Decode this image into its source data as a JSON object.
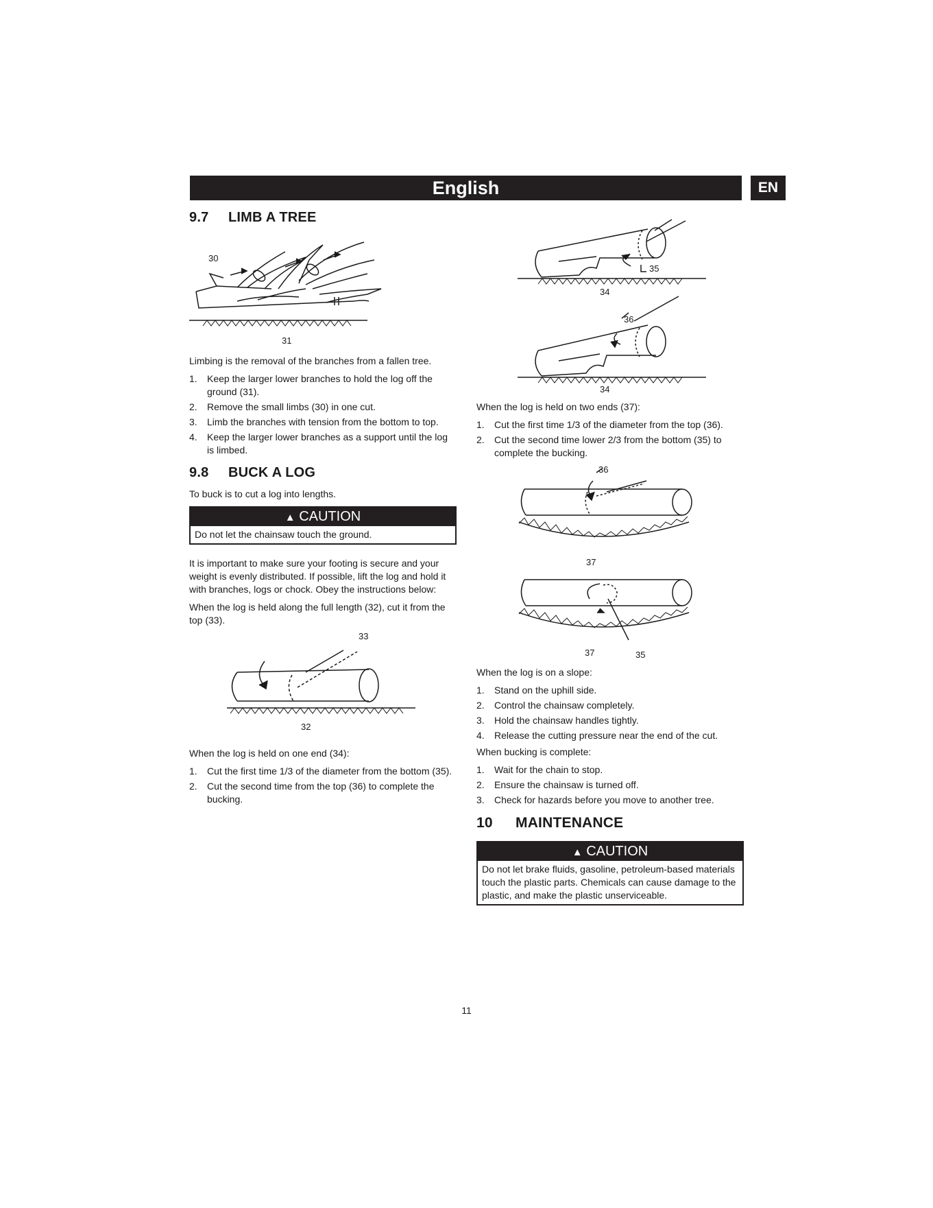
{
  "header": {
    "title": "English",
    "lang_badge": "EN"
  },
  "limb": {
    "section_num": "9.7",
    "section_title": "LIMB A TREE",
    "fig_labels": [
      "30",
      "31"
    ],
    "intro": "Limbing is the removal of the branches from a fallen tree.",
    "steps": [
      {
        "n": "1.",
        "text": "Keep the larger lower branches to hold the log off the ground (31)."
      },
      {
        "n": "2.",
        "text": "Remove the small limbs (30) in one cut."
      },
      {
        "n": "3.",
        "text": "Limb the branches with tension from the bottom to top."
      },
      {
        "n": "4.",
        "text": "Keep the larger lower branches as a support until the log is limbed."
      }
    ]
  },
  "buck": {
    "section_num": "9.8",
    "section_title": "BUCK A LOG",
    "intro": "To buck is to cut a log into lengths.",
    "caution_label": "CAUTION",
    "caution_text": "Do not let the chainsaw touch the ground.",
    "para1": "It is important to make sure your footing is secure and your weight is evenly distributed. If possible, lift the log and hold it with branches, logs or chock. Obey the instructions below:",
    "para2": "When the log is held along the full length (32), cut it from the top (33).",
    "fig_full_labels": [
      "33",
      "32"
    ],
    "one_end_heading": "When the log is held on one end (34):",
    "one_end_steps": [
      {
        "n": "1.",
        "text": "Cut the first time 1/3 of the diameter from the bottom (35)."
      },
      {
        "n": "2.",
        "text": "Cut the second time from the top (36) to complete the bucking."
      }
    ],
    "fig_one_end_labels": [
      "35",
      "34",
      "36",
      "34"
    ],
    "two_ends_heading": "When the log is held on two ends (37):",
    "two_ends_steps": [
      {
        "n": "1.",
        "text": "Cut the first time 1/3 of the diameter from the top (36)."
      },
      {
        "n": "2.",
        "text": "Cut the second time lower 2/3 from the bottom (35) to complete the bucking."
      }
    ],
    "fig_two_ends_labels": [
      "36",
      "37",
      "37",
      "35"
    ],
    "slope_heading": "When the log is on a slope:",
    "slope_steps": [
      {
        "n": "1.",
        "text": "Stand on the uphill side."
      },
      {
        "n": "2.",
        "text": "Control the chainsaw completely."
      },
      {
        "n": "3.",
        "text": "Hold the chainsaw handles tightly."
      },
      {
        "n": "4.",
        "text": "Release the cutting pressure near the end of the cut."
      }
    ],
    "complete_heading": "When bucking is complete:",
    "complete_steps": [
      {
        "n": "1.",
        "text": "Wait for the chain to stop."
      },
      {
        "n": "2.",
        "text": "Ensure the chainsaw is turned off."
      },
      {
        "n": "3.",
        "text": "Check for hazards before you move to another tree."
      }
    ]
  },
  "maintenance": {
    "section_num": "10",
    "section_title": "MAINTENANCE",
    "caution_label": "CAUTION",
    "caution_text": "Do not let brake fluids, gasoline, petroleum-based materials touch the plastic parts. Chemicals can cause damage to the plastic, and make the plastic unserviceable."
  },
  "page_number": "11"
}
